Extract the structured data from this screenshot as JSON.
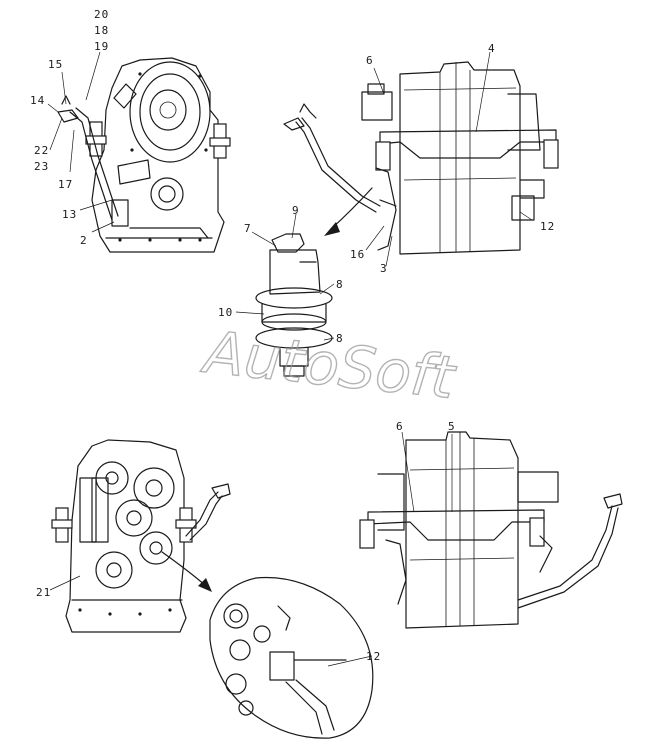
{
  "watermark": "AutoSoft",
  "callouts": {
    "c20": "20",
    "c18": "18",
    "c19": "19",
    "c15": "15",
    "c14": "14",
    "c22": "22",
    "c23": "23",
    "c17": "17",
    "c13": "13",
    "c2": "2",
    "c6a": "6",
    "c4": "4",
    "c12a": "12",
    "c16": "16",
    "c3": "3",
    "c9": "9",
    "c7": "7",
    "c8a": "8",
    "c10": "10",
    "c8b": "8",
    "c6b": "6",
    "c5": "5",
    "c21": "21",
    "c12b": "12"
  },
  "colors": {
    "line": "#1a1a1a",
    "background": "#ffffff",
    "watermark": "#9a9a9a"
  }
}
